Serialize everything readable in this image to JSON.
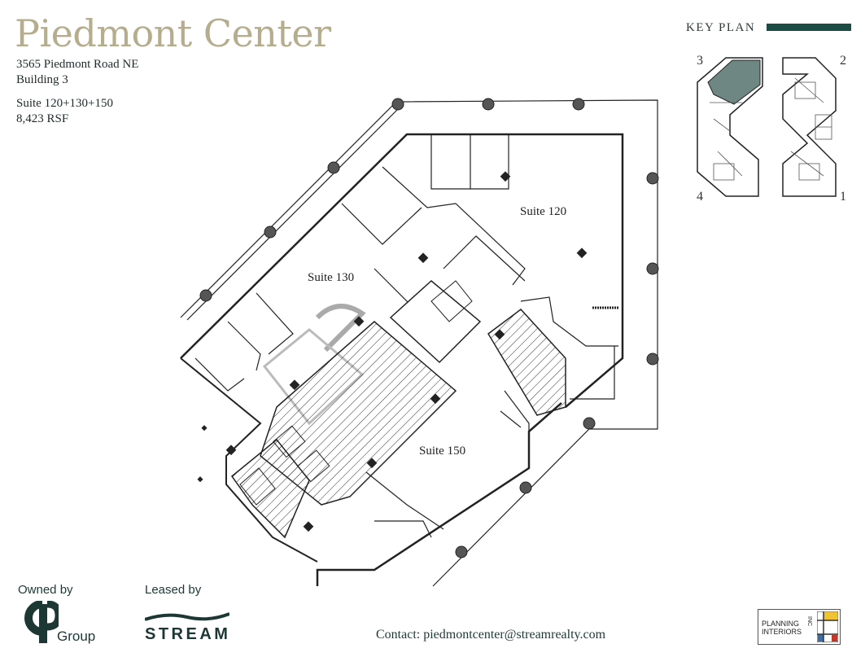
{
  "header": {
    "title": "Piedmont Center",
    "address_line1": "3565 Piedmont Road NE",
    "address_line2": "Building 3",
    "suite_line": "Suite 120+130+150",
    "area_line": "8,423 RSF"
  },
  "floor_plan": {
    "suite_labels": [
      "Suite 120",
      "Suite 130",
      "Suite 150"
    ]
  },
  "key_plan": {
    "heading": "KEY PLAN",
    "building_numbers": [
      "3",
      "2",
      "4",
      "1"
    ],
    "highlight_color": "#6f8782",
    "bar_color": "#1c4a44"
  },
  "footer": {
    "owned_by": "Owned by",
    "owner_logo_text": "Group",
    "leased_by": "Leased by",
    "leasing_logo_text": "STREAM",
    "contact": "Contact: piedmontcenter@streamrealty.com",
    "architect_line1": "PLANNING",
    "architect_line2": "INTERIORS",
    "architect_inc": "INC"
  },
  "colors": {
    "title": "#b6ad8e",
    "brand_dark": "#1d3834"
  }
}
